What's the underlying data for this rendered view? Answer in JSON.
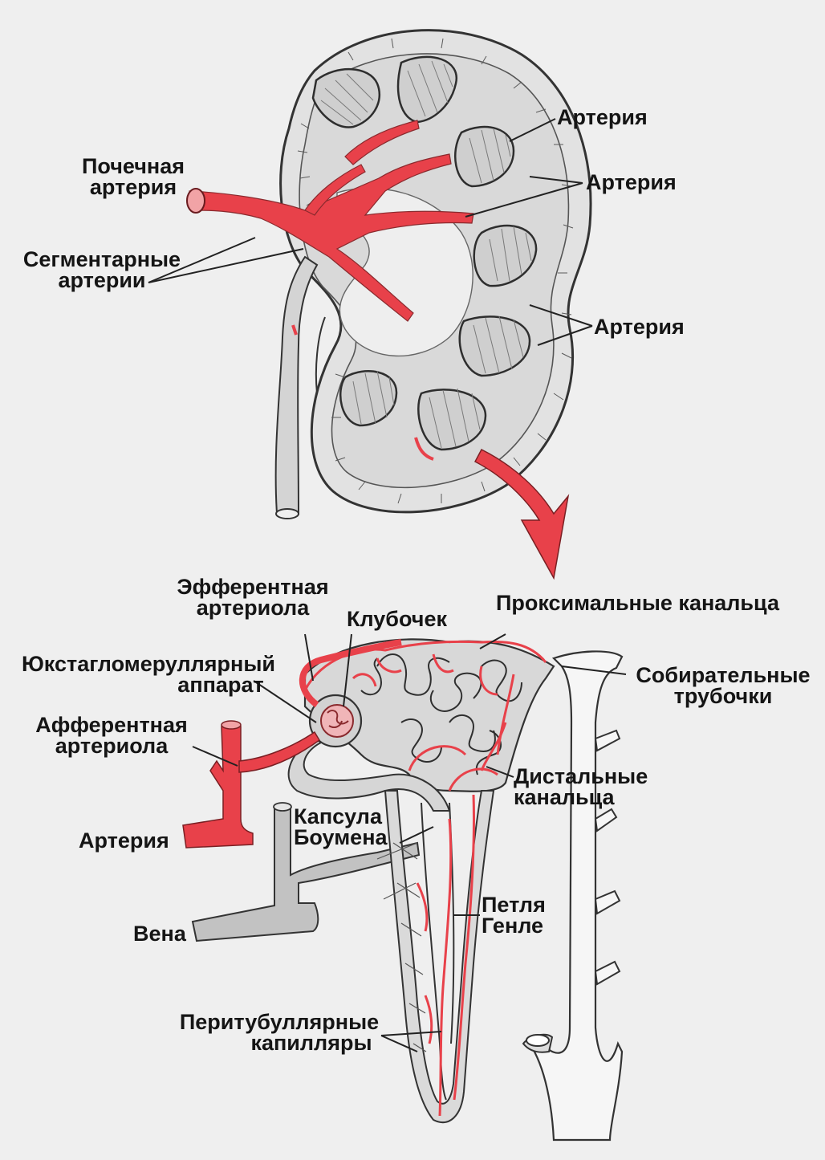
{
  "colors": {
    "artery": "#e8414a",
    "vein": "#b4b4b4",
    "line": "#3a3a3a",
    "tissue": "#dcdcdc",
    "background": "#efefef"
  },
  "labels": {
    "renal_artery": [
      "Почечная",
      "артерия"
    ],
    "segmental_arteries": [
      "Сегментарные",
      "артерии"
    ],
    "artery_top": "Артерия",
    "artery_mid": "Артерия",
    "artery_lower": "Артерия",
    "efferent_arteriole": [
      "Эфферентная",
      "артериола"
    ],
    "glomerulus": "Клубочек",
    "proximal_tubules": "Проксимальные канальца",
    "juxtaglomerular": [
      "Юкстагломеруллярный",
      "аппарат"
    ],
    "collecting_ducts": [
      "Собирательные",
      "трубочки"
    ],
    "afferent_arteriole": [
      "Афферентная",
      "артериола"
    ],
    "distal_tubules": [
      "Дистальные",
      "канальца"
    ],
    "bowman_capsule": [
      "Капсула",
      "Боумена"
    ],
    "artery_bottom": "Артерия",
    "loop_henle": [
      "Петля",
      "Генле"
    ],
    "vein": "Вена",
    "peritubular": [
      "Перитубуллярные",
      "капилляры"
    ]
  },
  "icons": {
    "arrow": "down-arrow-icon"
  }
}
